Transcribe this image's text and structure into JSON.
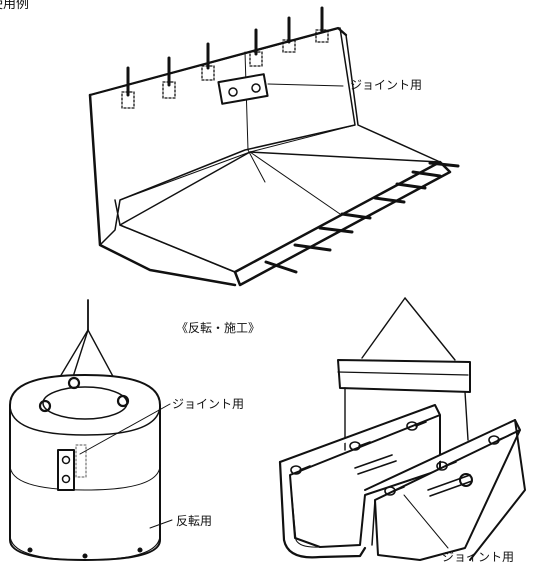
{
  "header": {
    "text": "使用例"
  },
  "labels": {
    "joint_top": "ジョイント用",
    "section": "《反転・施工》",
    "joint_left": "ジョイント用",
    "flip": "反転用",
    "joint_right": "ジョイント用"
  },
  "colors": {
    "line": "#111111",
    "background": "#ffffff",
    "hidden_line": "#555555"
  },
  "icons": [
    "crane-hook-icon",
    "lifting-beam-icon",
    "eye-bolt-icon",
    "anchor-bolt-icon"
  ]
}
